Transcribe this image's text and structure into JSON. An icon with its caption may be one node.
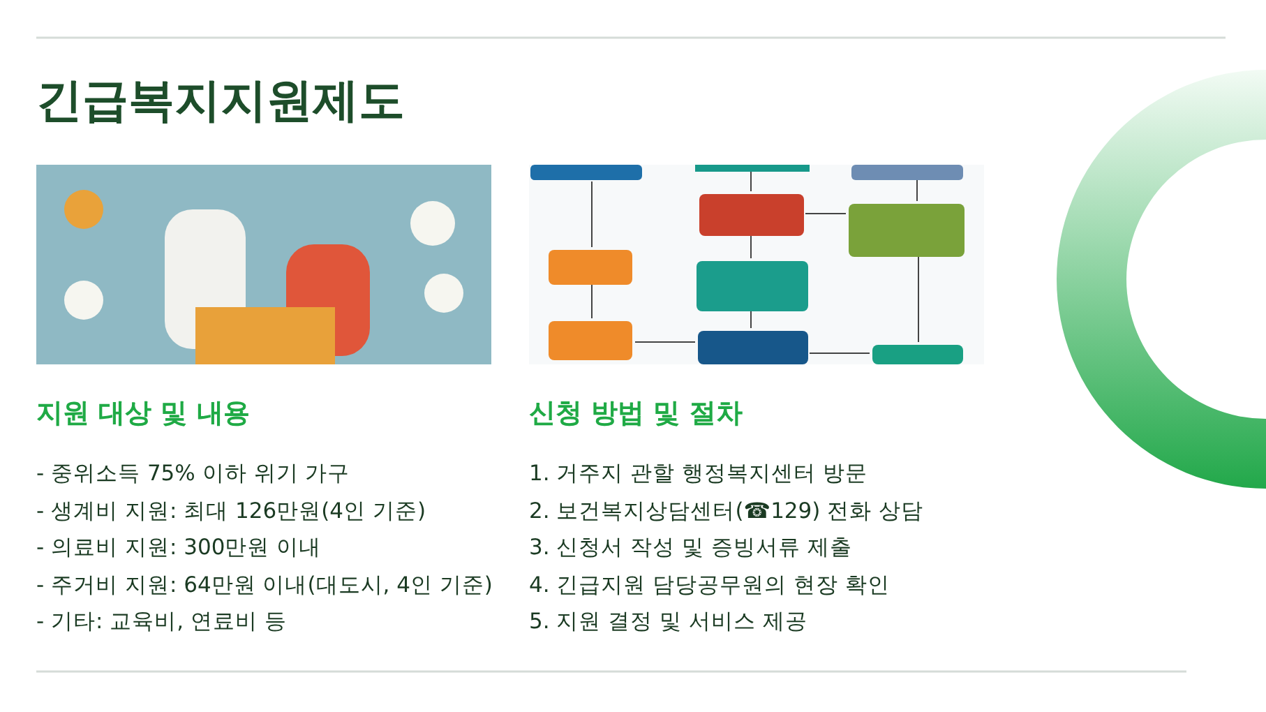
{
  "diagram": {
    "title": "긴급복지지원제도",
    "labels": [
      "지원 대상 및 내용",
      "- 중위소득 75% 이하 위기 가구",
      "- 생계비 지원: 최대 126만원(4인 기준)",
      "- 의료비 지원: 300만원 이내",
      "- 주거비 지원: 64만원 이내(대도시, 4인 기준)",
      "- 기타: 교육비, 연료비 등",
      "신청 방법 및 절차",
      "1. 거주지 관할 행정복지센터 방문",
      "2. 보건복지상담센터(☎129) 전화 상담",
      "3. 신청서 작성 및 증빙서류 제출",
      "4. 긴급지원 담당공무원의 현장 확인",
      "5. 지원 결정 및 서비스 제공"
    ]
  }
}
